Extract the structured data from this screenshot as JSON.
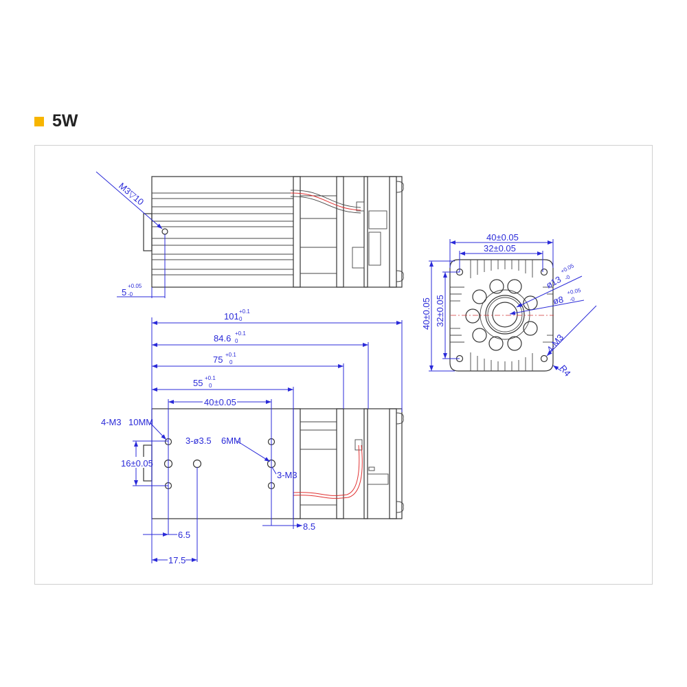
{
  "header": {
    "title": "5W",
    "accent_color": "#f7b500"
  },
  "top_view": {
    "hole_label": "M3▽10",
    "offset_dim": {
      "value": "5",
      "upper": "+0.05",
      "lower": "-0"
    }
  },
  "bottom_view": {
    "dims": {
      "overall": {
        "value": "101",
        "upper": "+0.1",
        "lower": "0"
      },
      "d84": {
        "value": "84.6",
        "upper": "+0.1",
        "lower": "0"
      },
      "d75": {
        "value": "75",
        "upper": "+0.1",
        "lower": "0"
      },
      "d55": {
        "value": "55",
        "upper": "+0.1",
        "lower": "0"
      },
      "hole_spacing": "40±0.05",
      "vertical_spacing": "16±0.05",
      "d6_5": "6.5",
      "d17_5": "17.5",
      "d8_5": "8.5"
    },
    "labels": {
      "m3_left": "4-M3",
      "depth_left": "10MM",
      "through_holes": "3-ø3.5",
      "depth_right": "6MM",
      "m3_right": "3-M3"
    }
  },
  "front_view": {
    "width_outer": "40±0.05",
    "width_inner": "32±0.05",
    "height_outer": "40±0.05",
    "height_inner": "32±0.05",
    "bore_outer": {
      "value": "ø13",
      "upper": "+0.05",
      "lower": "-0"
    },
    "bore_inner": {
      "value": "ø8",
      "upper": "+0.05",
      "lower": "-0"
    },
    "corner_thread": "4-M3",
    "corner_radius": "R4"
  }
}
